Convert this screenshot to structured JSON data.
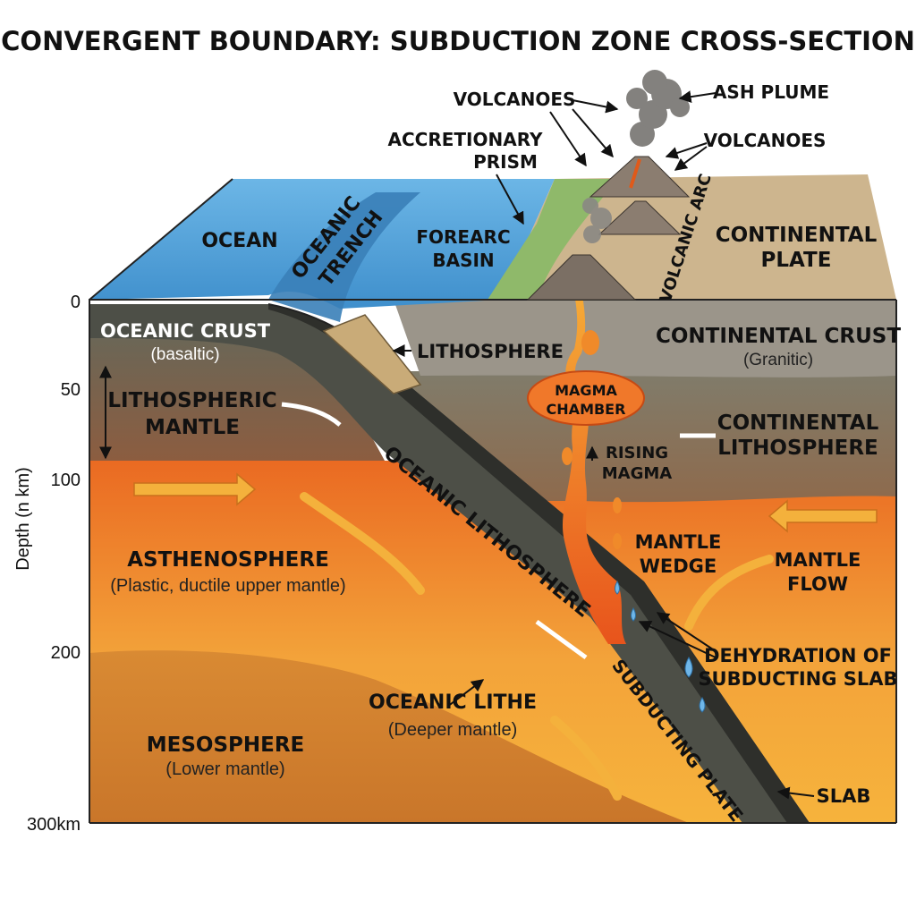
{
  "title": "CONVERGENT BOUNDARY: SUBDUCTION ZONE CROSS-SECTION",
  "depth_axis": {
    "label": "Depth (n km)",
    "ticks": [
      "0",
      "50",
      "100",
      "200",
      "300km"
    ]
  },
  "labels": {
    "volcanoes_left": "VOLCANOES",
    "ash_plume": "ASH PLUME",
    "accretionary_prism": [
      "ACCRETIONARY",
      "PRISM"
    ],
    "volcanoes_right": "VOLCANOES",
    "ocean": "OCEAN",
    "oceanic_trench": [
      "OCEANIC",
      "TRENCH"
    ],
    "forearc_basin": [
      "FOREARC",
      "BASIN"
    ],
    "volcanic_arc": "VOLCANIC ARC",
    "continental_plate": [
      "CONTINENTAL",
      "PLATE"
    ],
    "oceanic_crust": "OCEANIC CRUST",
    "oceanic_crust_sub": "(basaltic)",
    "lithosphere": "LITHOSPHERE",
    "continental_crust": "CONTINENTAL CRUST",
    "continental_crust_sub": "(Granitic)",
    "lithospheric_mantle": [
      "LITHOSPHERIC",
      "MANTLE"
    ],
    "magma_chamber": [
      "MAGMA",
      "CHAMBER"
    ],
    "continental_lithosphere": [
      "CONTINENTAL",
      "LITHOSPHERE"
    ],
    "rising_magma": [
      "RISING",
      "MAGMA"
    ],
    "oceanic_lithosphere": "OCEANIC LITHOSPHERE",
    "asthenosphere": "ASTHENOSPHERE",
    "asthenosphere_sub": "(Plastic, ductile upper mantle)",
    "mantle_wedge": [
      "MANTLE",
      "WEDGE"
    ],
    "mantle_flow": [
      "MANTLE",
      "FLOW"
    ],
    "dehydration": [
      "DEHYDRATION OF",
      "SUBDUCTING SLAB"
    ],
    "subducting_plate": "SUBDUCTING PLATE",
    "oceanic_lithe": "OCEANIC LITHE",
    "oceanic_lithe_sub": "(Deeper mantle)",
    "mesosphere": "MESOSPHERE",
    "mesosphere_sub": "(Lower mantle)",
    "slab": "SLAB"
  },
  "colors": {
    "ocean": "#5aa7dc",
    "magma": "#f07a22",
    "asthenosphere": "#ee7d2a",
    "mesosphere": "#dc8a2e",
    "slab": "#4d4f47",
    "continental_crust": "#9b958a",
    "continental_land": "#cdb58e"
  }
}
